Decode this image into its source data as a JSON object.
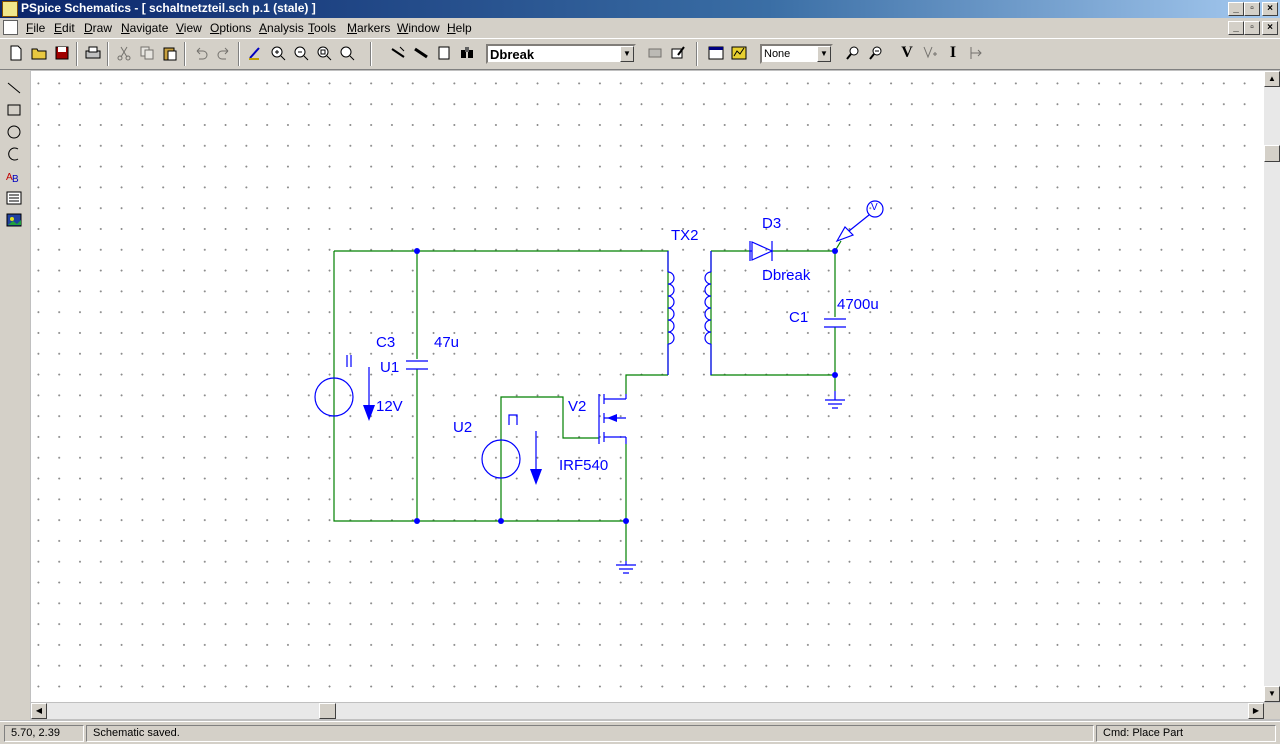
{
  "window": {
    "title": "PSpice Schematics - [ schaltnetzteil.sch  p.1 (stale)  ]",
    "controls": [
      "_",
      "▫",
      "×"
    ]
  },
  "menu": [
    {
      "label": "File",
      "mnemonic": "F",
      "rest": "ile"
    },
    {
      "label": "Edit",
      "mnemonic": "E",
      "rest": "dit"
    },
    {
      "label": "Draw",
      "mnemonic": "D",
      "rest": "raw"
    },
    {
      "label": "Navigate",
      "mnemonic": "N",
      "rest": "avigate"
    },
    {
      "label": "View",
      "mnemonic": "V",
      "rest": "iew"
    },
    {
      "label": "Options",
      "mnemonic": "O",
      "rest": "ptions"
    },
    {
      "label": "Analysis",
      "mnemonic": "A",
      "rest": "nalysis"
    },
    {
      "label": "Tools",
      "mnemonic": "T",
      "rest": "ools"
    },
    {
      "label": "Markers",
      "mnemonic": "M",
      "rest": "arkers"
    },
    {
      "label": "Window",
      "mnemonic": "W",
      "rest": "indow"
    },
    {
      "label": "Help",
      "mnemonic": "H",
      "rest": "elp"
    }
  ],
  "toolbar": {
    "part_combo": {
      "value": "Dbreak"
    },
    "layer_combo": {
      "value": "None"
    },
    "text_tools": [
      "V",
      "I"
    ]
  },
  "schematic": {
    "components": {
      "tx2": "TX2",
      "d3": "D3",
      "d3_model": "Dbreak",
      "c1": "C1",
      "c1_value": "4700u",
      "c3": "C3",
      "c3_value": "47u",
      "u1": "U1",
      "u1_value": "12V",
      "u2": "U2",
      "v2": "V2",
      "v2_model": "IRF540",
      "probe": "V"
    }
  },
  "status": {
    "coords": "5.70,  2.39",
    "message": "Schematic saved.",
    "command": "Cmd: Place Part"
  }
}
